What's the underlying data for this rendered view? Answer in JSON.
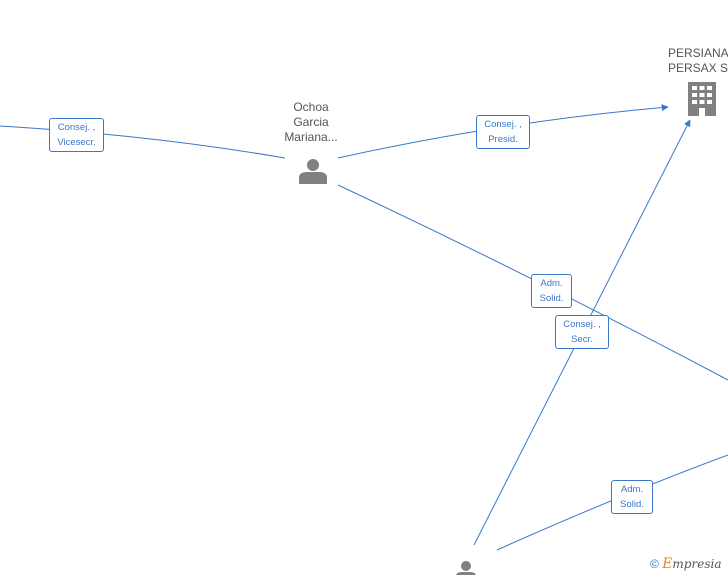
{
  "nodes": {
    "company": {
      "line1": "PERSIANAS",
      "line2": "PERSAX SA"
    },
    "person_top": {
      "line1": "Ochoa",
      "line2": "Garcia",
      "line3": "Mariana..."
    }
  },
  "edges": {
    "consej_vicesecr": {
      "line1": "Consej. ,",
      "line2": "Vicesecr."
    },
    "consej_presid": {
      "line1": "Consej. ,",
      "line2": "Presid."
    },
    "adm_solid_1": {
      "line1": "Adm.",
      "line2": "Solid."
    },
    "consej_secr": {
      "line1": "Consej. ,",
      "line2": "Secr."
    },
    "adm_solid_2": {
      "line1": "Adm.",
      "line2": "Solid."
    }
  },
  "watermark": {
    "symbol": "©",
    "brand_initial": "E",
    "brand_rest": "mpresia"
  },
  "colors": {
    "edge": "#3a78c9",
    "icon": "#808080",
    "text": "#555555",
    "brand": "#e48a1e"
  }
}
